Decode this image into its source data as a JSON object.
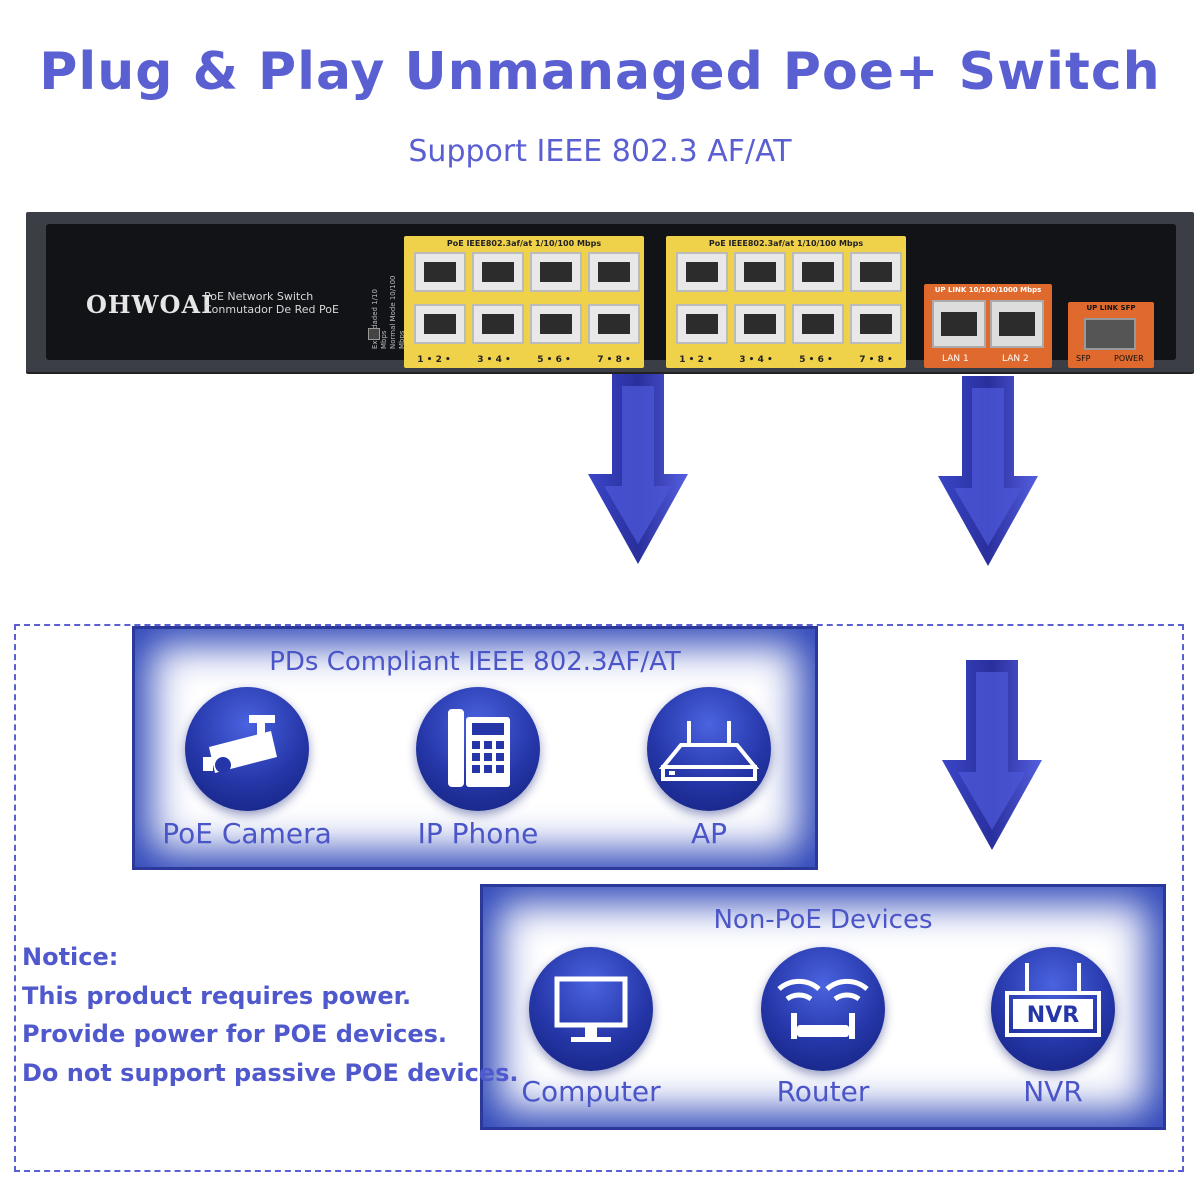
{
  "header": {
    "title": "Plug & Play Unmanaged Poe+ Switch",
    "subtitle": "Support IEEE 802.3 AF/AT"
  },
  "switch": {
    "brand": "OHWOAI",
    "brand_line1": "PoE  Network Switch",
    "brand_line2": "Conmutador De Red PoE",
    "dip_label_1": "Extendaded 1/10 Mbps",
    "dip_label_2": "Normal Mode 10/100 Mbps",
    "bank1_label": "PoE IEEE802.3af/at 1/10/100 Mbps",
    "bank2_label": "PoE IEEE802.3af/at 1/10/100 Mbps",
    "port_numbers": [
      "1 • 2 •",
      "3 • 4 •",
      "5 • 6 •",
      "7 • 8 •"
    ],
    "uplink_label": "UP LINK 10/100/1000 Mbps",
    "lan1": "LAN 1",
    "lan2": "LAN 2",
    "sfp_label": "UP LINK SFP",
    "sfp": "SFP",
    "power": "POWER"
  },
  "poe_panel": {
    "title": "PDs Compliant IEEE 802.3AF/AT",
    "devices": [
      {
        "label": "PoE Camera",
        "icon": "camera-icon"
      },
      {
        "label": "IP Phone",
        "icon": "ip-phone-icon"
      },
      {
        "label": "AP",
        "icon": "access-point-icon"
      }
    ]
  },
  "nonpoe_panel": {
    "title": "Non-PoE Devices",
    "devices": [
      {
        "label": "Computer",
        "icon": "monitor-icon"
      },
      {
        "label": "Router",
        "icon": "router-icon"
      },
      {
        "label": "NVR",
        "icon": "nvr-icon",
        "badge": "NVR"
      }
    ]
  },
  "notice": {
    "line1": "Notice:",
    "line2": "This product requires power.",
    "line3": "Provide power for POE devices.",
    "line4": "Do not support passive POE devices."
  },
  "colors": {
    "accent": "#5a5fd2",
    "switch_body": "#3b3e44",
    "poe_bank": "#efd14a",
    "uplink": "#e06a2d"
  }
}
